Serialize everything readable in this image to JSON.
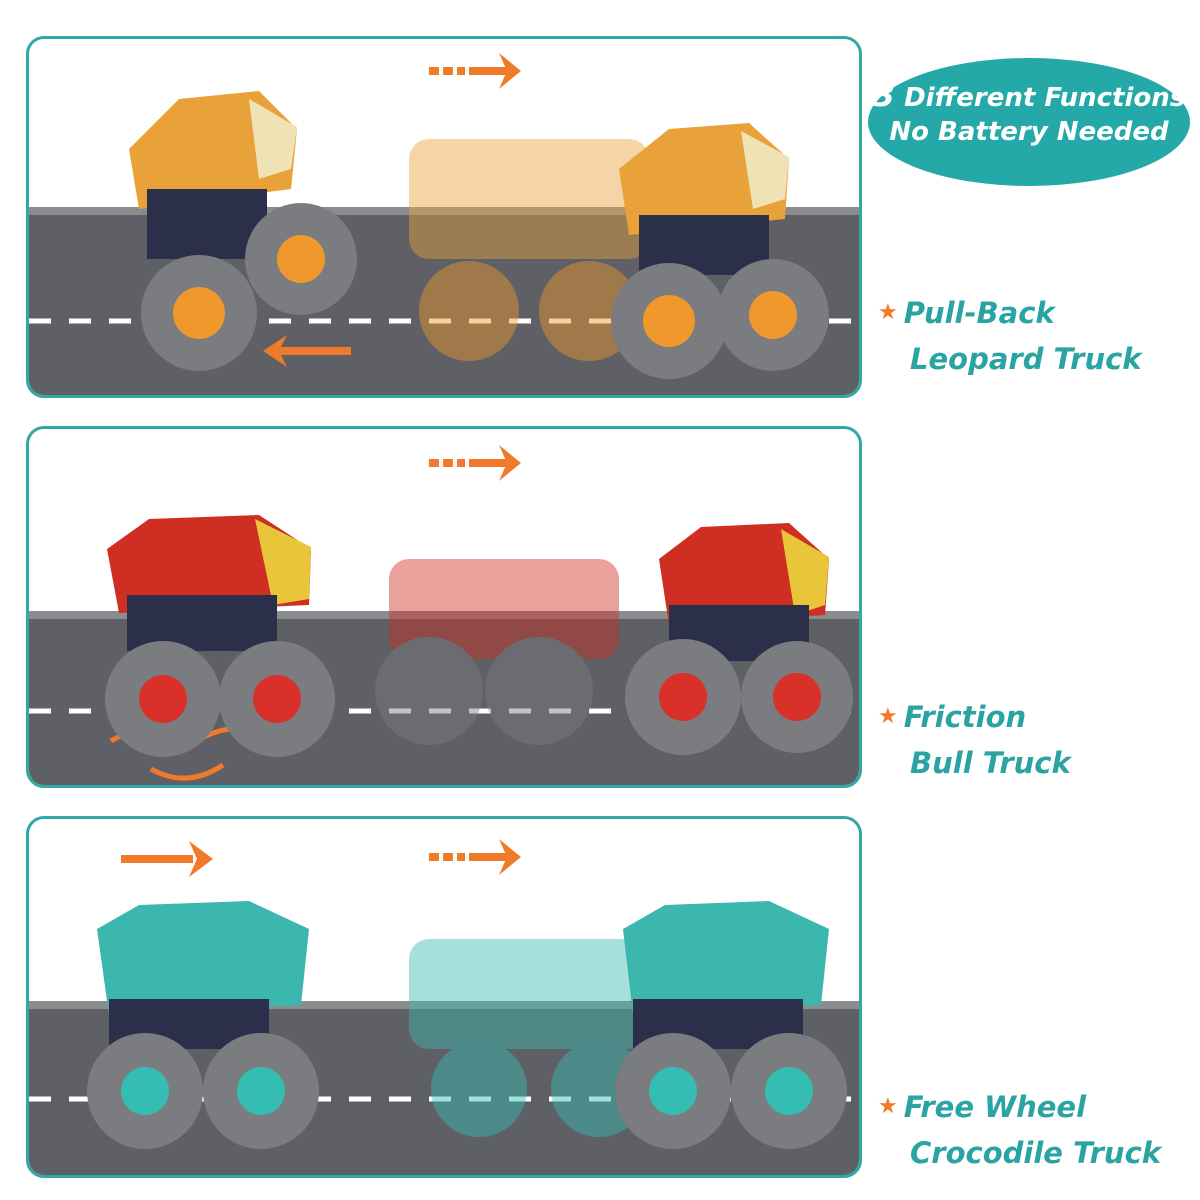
{
  "badge": {
    "line1_number": "3",
    "line1_text": "Different Functions",
    "line2": "No Battery Needed"
  },
  "features": [
    {
      "line1": "Pull-Back",
      "line2": "Leopard Truck",
      "color": "#e9a23a",
      "wheel": "#f0982b"
    },
    {
      "line1": "Friction",
      "line2": "Bull Truck",
      "color": "#cf2f22",
      "wheel": "#d9302a"
    },
    {
      "line1": "Free Wheel",
      "line2": "Crocodile Truck",
      "color": "#3cb7ae",
      "wheel": "#35bdb4"
    }
  ],
  "colors": {
    "accent": "#2aa3a3",
    "arrow": "#f07a2a",
    "road": "#5e6065",
    "star": "#f07a2a"
  },
  "icons": [
    "star-icon",
    "arrow-right-icon",
    "arrow-left-icon",
    "curved-arrow-icon"
  ]
}
